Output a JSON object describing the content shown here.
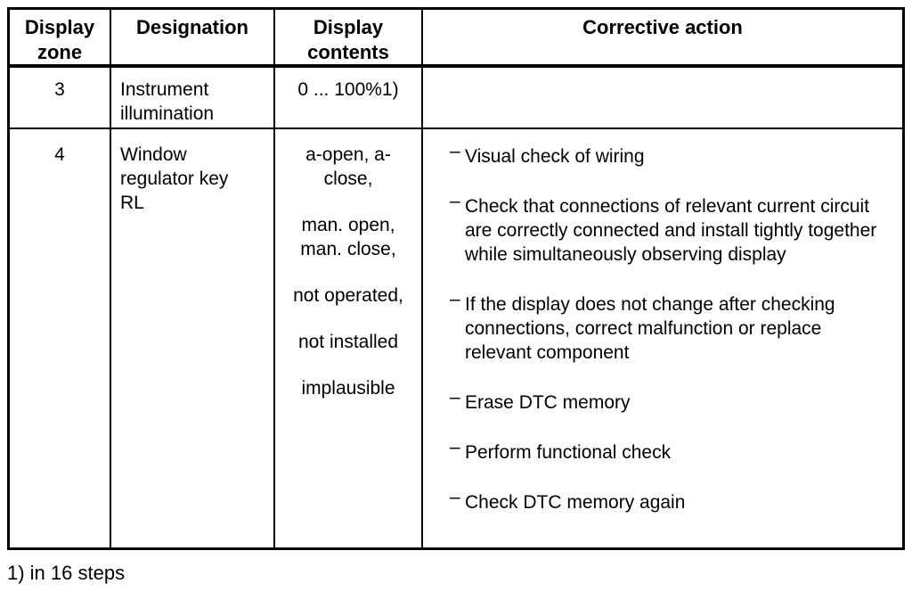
{
  "page": {
    "footnote": "1) in 16 steps"
  },
  "glyphs": {
    "dash": "–"
  },
  "table": {
    "headers": [
      "Display zone",
      "Designation",
      "Display contents",
      "Corrective action"
    ],
    "rows": [
      {
        "zone": "3",
        "designation_lines": [
          "Instrument",
          "illumination"
        ],
        "contents_groups": [
          {
            "lines": [
              "0 ... 100%1)"
            ]
          }
        ],
        "actions": []
      },
      {
        "zone": "4",
        "designation_lines": [
          "Window",
          "regulator key",
          "RL"
        ],
        "contents_groups": [
          {
            "lines": [
              "a-open, a-",
              "close,"
            ]
          },
          {
            "lines": [
              "man. open,",
              "man. close,"
            ]
          },
          {
            "lines": [
              "not operated,"
            ]
          },
          {
            "lines": [
              "not installed"
            ]
          },
          {
            "lines": [
              "implausible"
            ]
          }
        ],
        "actions": [
          "Visual check of wiring",
          "Check that connections of relevant current circuit are correctly connected and install tightly together while simultaneously observing display",
          "If the display does not change after checking connections, correct malfunction or replace relevant component",
          "Erase DTC memory",
          "Perform functional check",
          "Check DTC memory again"
        ]
      }
    ]
  }
}
